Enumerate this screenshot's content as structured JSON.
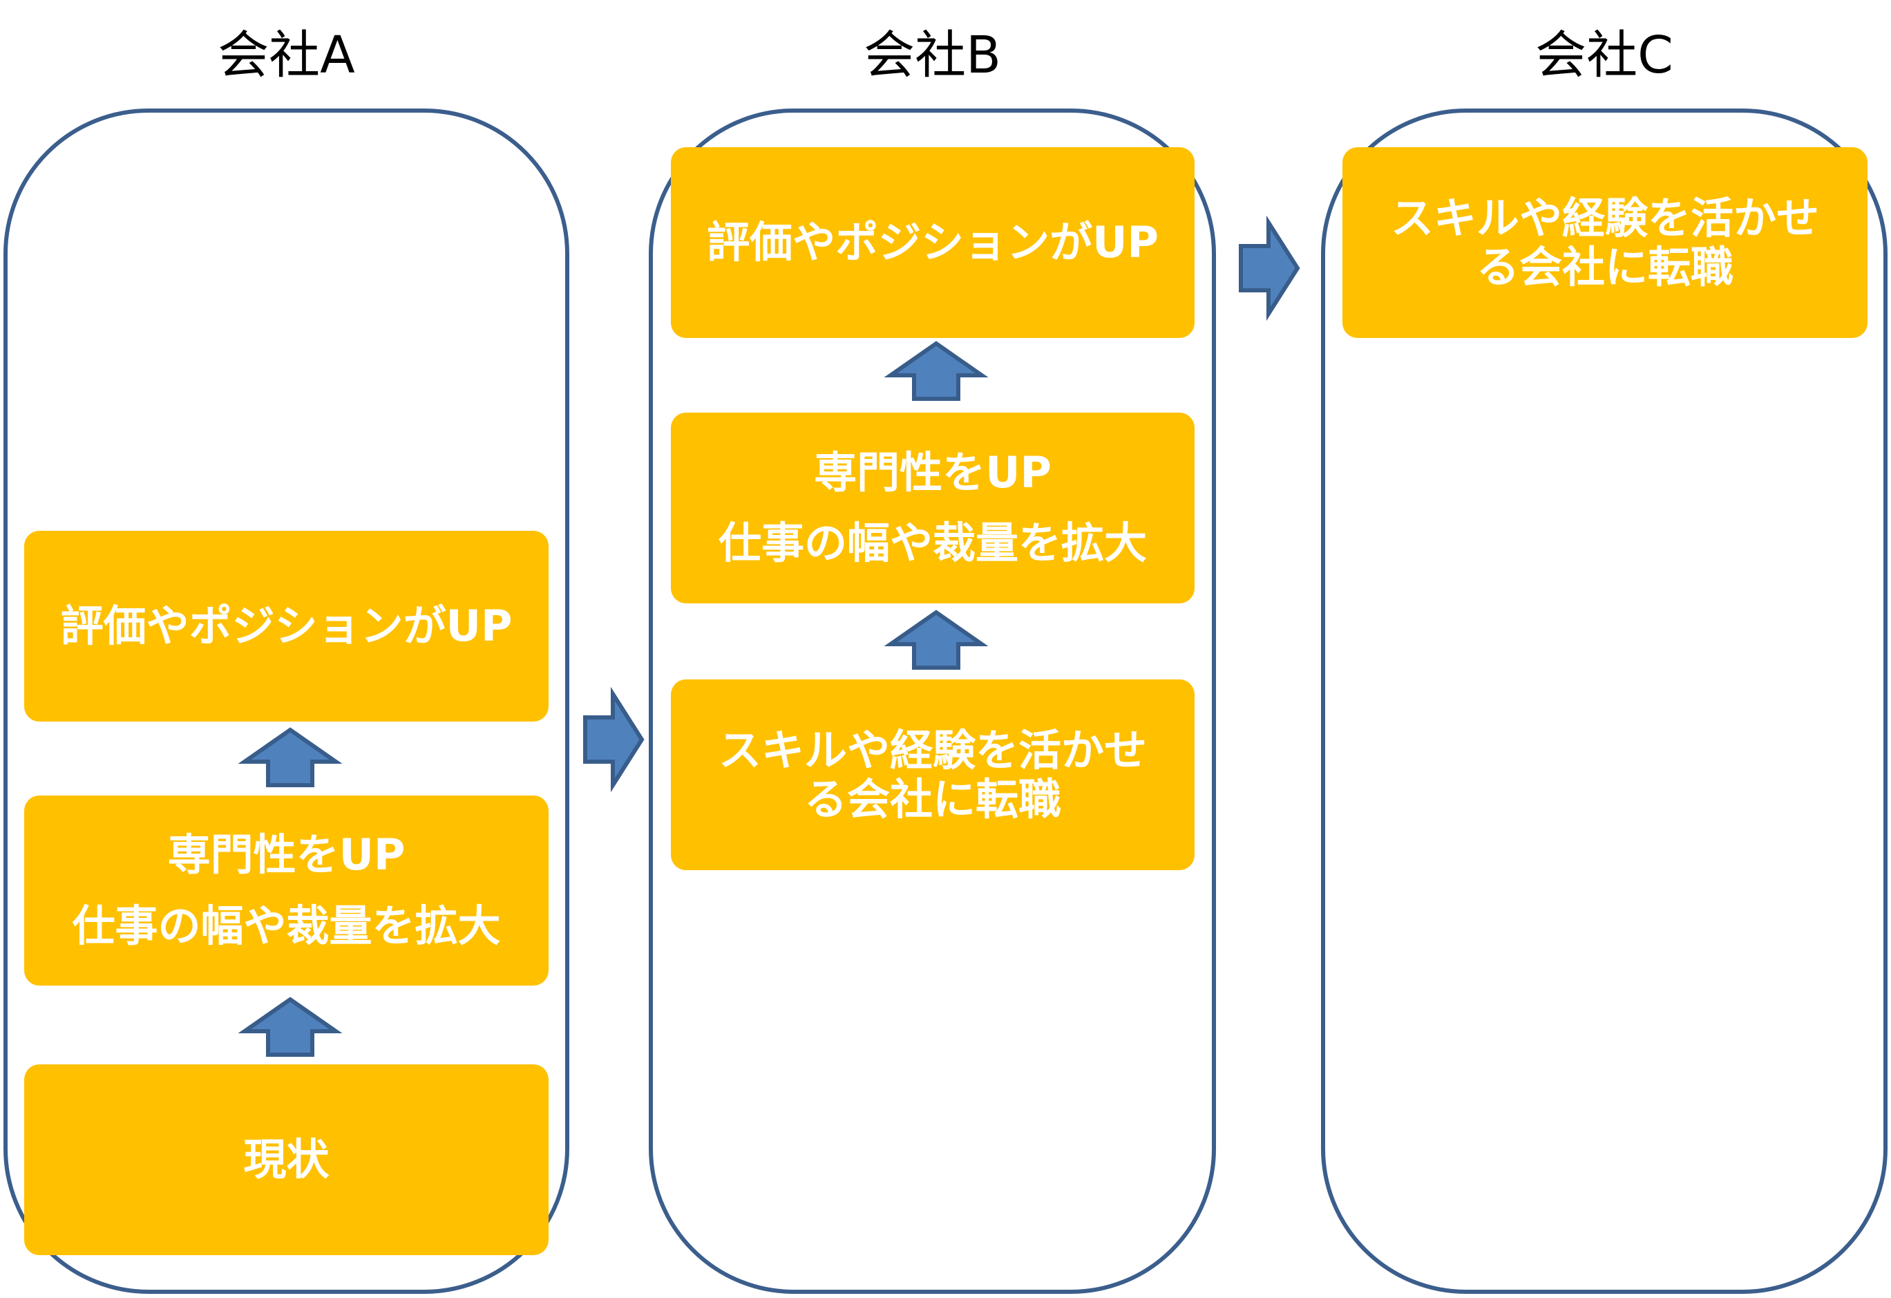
{
  "companies": [
    {
      "title": "会社A",
      "steps": [
        "評価やポジションがUP",
        "専門性をUP\n仕事の幅や裁量を拡大",
        "現状"
      ]
    },
    {
      "title": "会社B",
      "steps": [
        "評価やポジションがUP",
        "専門性をUP\n仕事の幅や裁量を拡大",
        "スキルや経験を活かせ\nる会社に転職"
      ]
    },
    {
      "title": "会社C",
      "steps": [
        "スキルや経験を活かせ\nる会社に転職"
      ]
    }
  ],
  "colors": {
    "box_fill": "#FFC000",
    "arrow_fill": "#4F81BD",
    "arrow_stroke": "#385D8A",
    "container_border": "#3B5E8C"
  }
}
